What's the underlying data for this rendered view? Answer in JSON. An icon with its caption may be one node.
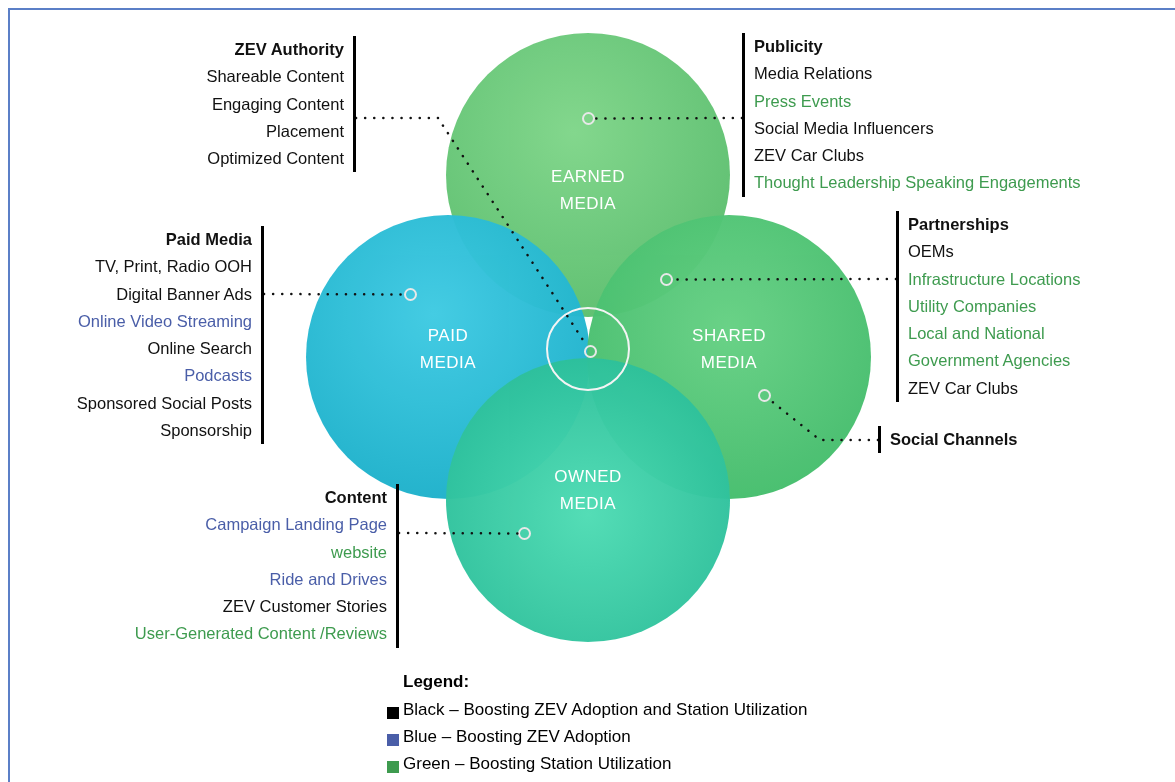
{
  "diagram": {
    "nodes": [
      {
        "text": [
          "ZEV Authority",
          "Shareable Content",
          "Engaging Content",
          "Placement",
          "Optimized Content"
        ]
      },
      {
        "text": [
          "Publicity",
          "Media Relations",
          "Press Events",
          "Social Media Influencers",
          "ZEV Car Clubs",
          "Thought Leadership Speaking Engagements"
        ]
      },
      {
        "text": [
          "EARNED MEDIA"
        ]
      },
      {
        "text": [],
        "shape": "circle",
        "in": 2
      },
      {
        "text": [
          "Partnerships",
          "OEMs",
          "Infrastructure Locations",
          "Utility Companies",
          "Local and National Government Agencies",
          "ZEV Car Clubs"
        ]
      },
      {
        "text": [
          "Paid Media",
          "TV, Print, Radio OOH",
          "Digital Banner Ads",
          "Online Video Streaming",
          "Online Search",
          "Podcasts",
          "Sponsored Social Posts",
          "Sponsorship"
        ]
      },
      {
        "text": [
          "PAID MEDIA"
        ]
      },
      {
        "text": [],
        "shape": "circle",
        "in": 6
      },
      {
        "text": [],
        "shape": "circle"
      },
      {
        "text": [],
        "shape": "circle",
        "in": 8
      },
      {
        "text": [
          "SHARED MEDIA"
        ]
      },
      {
        "text": [],
        "shape": "circle"
      },
      {
        "text": [],
        "shape": "circle",
        "in": 10
      },
      {
        "text": [
          "Social Channels"
        ]
      },
      {
        "text": [
          "OWNED MEDIA"
        ]
      },
      {
        "text": [],
        "shape": "circle",
        "in": 14
      },
      {
        "text": [
          "Content",
          "Campaign Landing Page",
          "website",
          "Ride and Drives",
          "ZEV Customer Stories",
          "User-Generated Content /Reviews"
        ]
      }
    ],
    "edges": [
      {
        "from": 0,
        "to": 9,
        "arrow": "none",
        "style": "dashed"
      },
      {
        "from": 1,
        "to": 3,
        "arrow": "none",
        "style": "dashed"
      },
      {
        "from": 5,
        "to": 7,
        "arrow": "none",
        "style": "dashed"
      },
      {
        "from": 4,
        "to": 11,
        "arrow": "none",
        "style": "dashed"
      },
      {
        "from": 13,
        "to": 12,
        "arrow": "none",
        "style": "dashed"
      },
      {
        "from": 16,
        "to": 15,
        "arrow": "none",
        "style": "dashed"
      }
    ],
    "labels": [
      "Legend:"
    ],
    "legend": [
      {
        "text": "Black – Boosting ZEV Adoption and Station Utilization",
        "color": "#000000"
      },
      {
        "text": "Blue – Boosting ZEV Adoption",
        "color": "#4a5ea8"
      },
      {
        "text": "Green – Boosting Station Utilization",
        "color": "#3e9b4f"
      }
    ]
  }
}
